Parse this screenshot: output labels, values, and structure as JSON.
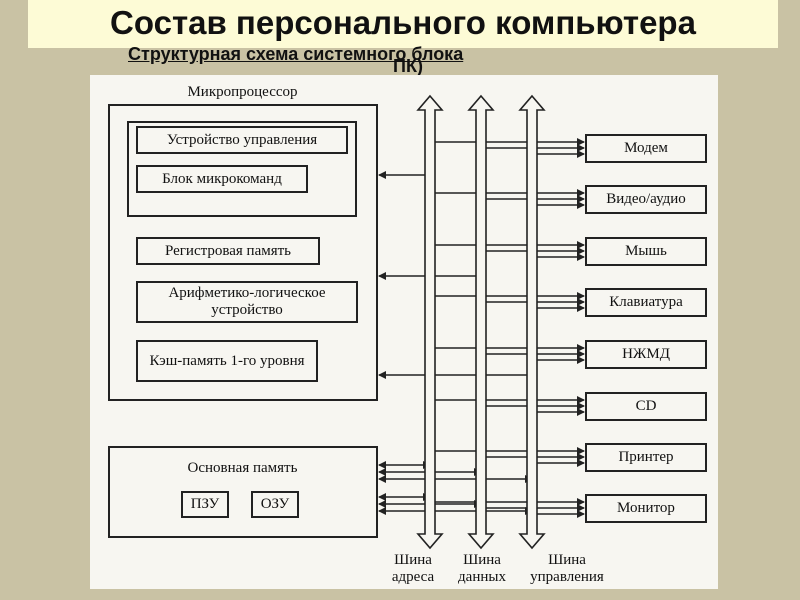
{
  "title": "Состав персонального компьютера",
  "subtitle_line1": "Структурная схема системного блока",
  "subtitle_line2": "ПК)",
  "microprocessor": {
    "label": "Микропроцессор",
    "blocks": [
      "Устройство управления",
      "Блок микрокоманд",
      "Регистровая память",
      "Арифметико-логическое устройство",
      "Кэш-память 1-го уровня"
    ]
  },
  "main_memory": {
    "label": "Основная память",
    "rom": "ПЗУ",
    "ram": "ОЗУ"
  },
  "buses": {
    "address": [
      "Шина",
      "адреса"
    ],
    "data": [
      "Шина",
      "данных"
    ],
    "control": [
      "Шина",
      "управления"
    ]
  },
  "devices": [
    "Модем",
    "Видео/аудио",
    "Мышь",
    "Клавиатура",
    "НЖМД",
    "CD",
    "Принтер",
    "Монитор"
  ],
  "colors": {
    "background": "#c9c2a4",
    "title_bar": "#fdfbd6",
    "sheet": "#f7f6f1",
    "line": "#222222"
  }
}
